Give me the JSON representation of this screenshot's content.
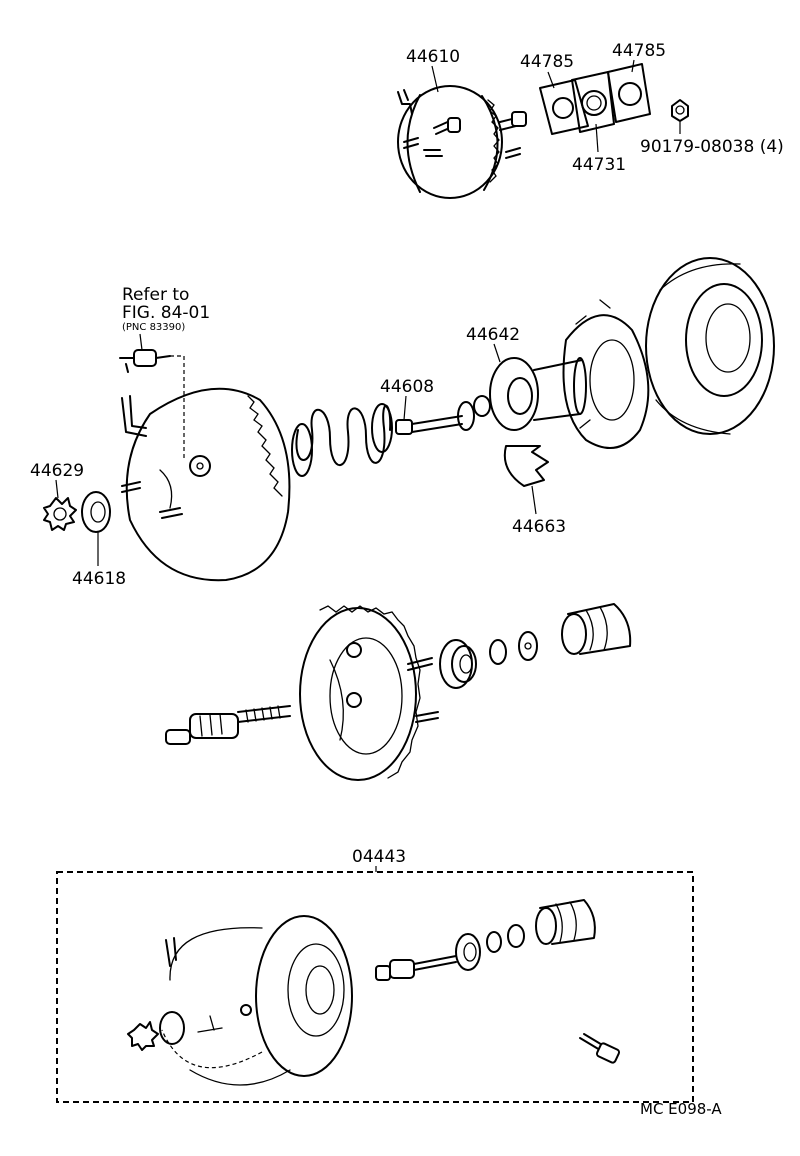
{
  "labels": {
    "p44610": "44610",
    "p44785a": "44785",
    "p44785b": "44785",
    "p44731": "44731",
    "p90179": "90179-08038 (4)",
    "refer_line1": "Refer to",
    "refer_line2": "FIG. 84-01",
    "refer_line3": "(PNC 83390)",
    "p44642": "44642",
    "p44608": "44608",
    "p44629": "44629",
    "p44618": "44618",
    "p44663": "44663",
    "p04443": "04443",
    "footer": "MC  E098-A"
  }
}
